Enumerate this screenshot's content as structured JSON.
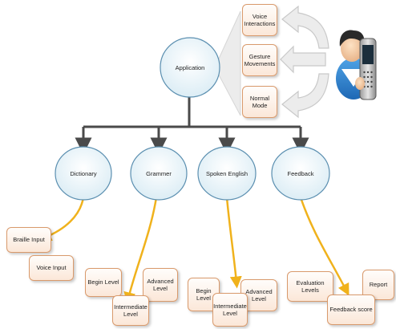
{
  "colors": {
    "ellipse_fill": "#e3f1f7",
    "ellipse_stroke": "#5b8fb0",
    "box_fill": "#fbe7d8",
    "box_stroke": "#d99a6c",
    "tree_line": "#4a4a4a",
    "yellow_arrow": "#f0b21c",
    "grey_arrow": "#d8d8d8"
  },
  "nodes": {
    "application": "Application",
    "dictionary": "Dictionary",
    "grammer": "Grammer",
    "spoken_english": "Spoken English",
    "feedback": "Feedback"
  },
  "input_modes": {
    "voice": "Voice\nInteractions",
    "gesture": "Gesture\nMovements",
    "normal": "Normal Mode"
  },
  "dictionary_items": {
    "braille": "Braille Input",
    "voice": "Voice Input"
  },
  "grammer_items": {
    "begin": "Begin Level",
    "intermediate": "Intermediate\nLevel",
    "advanced": "Advanced Level"
  },
  "spoken_items": {
    "begin": "Begin Level",
    "intermediate": "Intermediate\nLevel",
    "advanced": "Advanced Level"
  },
  "feedback_items": {
    "evaluation": "Evaluation Levels",
    "score": "Feedback score",
    "report": "Report"
  },
  "icons": {
    "user": "user-with-phone-icon"
  }
}
